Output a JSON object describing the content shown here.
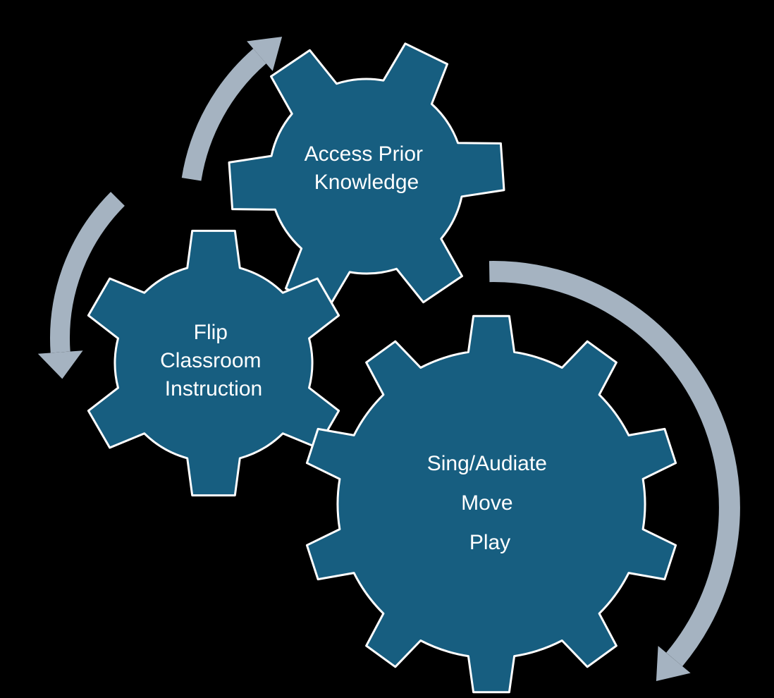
{
  "colors": {
    "background": "#000000",
    "gear_fill": "#175e80",
    "gear_stroke": "#ffffff",
    "label": "#ffffff",
    "arrow": "#a5b3c1"
  },
  "gears": [
    {
      "id": "access-prior-knowledge",
      "lines": [
        "Access Prior",
        "Knowledge"
      ]
    },
    {
      "id": "flip-classroom-instruction",
      "lines": [
        "Flip",
        "Classroom",
        "Instruction"
      ]
    },
    {
      "id": "sing-audiate-move-play",
      "lines": [
        "Sing/Audiate",
        "Move",
        "Play"
      ]
    }
  ],
  "arrows": [
    {
      "id": "arrow-top-left",
      "direction": "up",
      "icon": "curved-arrow-icon"
    },
    {
      "id": "arrow-left",
      "direction": "down",
      "icon": "curved-arrow-icon"
    },
    {
      "id": "arrow-right",
      "direction": "down",
      "icon": "curved-arrow-icon"
    }
  ]
}
